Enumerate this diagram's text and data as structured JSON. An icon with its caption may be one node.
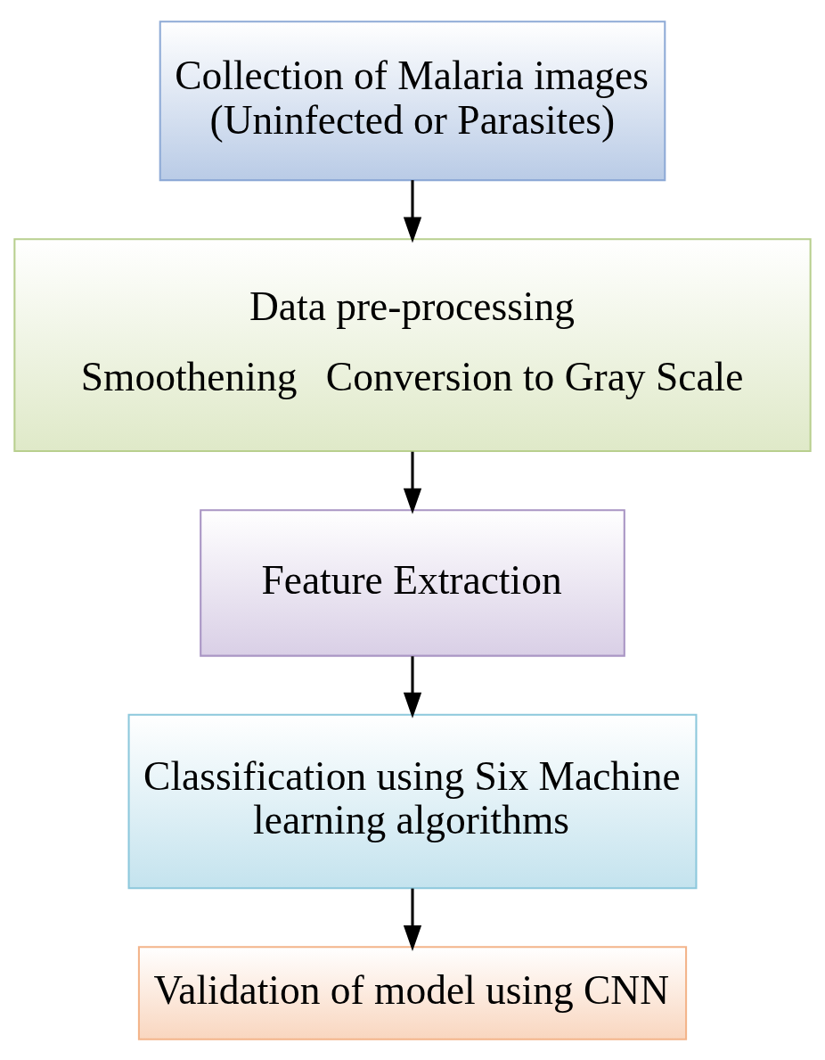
{
  "diagram": {
    "nodes": [
      {
        "text": [
          "Collection of Malaria images (Uninfected or Parasites)"
        ]
      },
      {
        "text": [
          "Data pre-processing",
          "Smoothening",
          "Conversion to Gray Scale"
        ]
      },
      {
        "text": [
          "Feature Extraction"
        ]
      },
      {
        "text": [
          "Classification using Six Machine learning algorithms"
        ]
      },
      {
        "text": [
          "Validation of model using CNN"
        ]
      }
    ],
    "edges": [
      {
        "from": 0,
        "to": 1,
        "arrow": "to"
      },
      {
        "from": 1,
        "to": 2,
        "arrow": "to"
      },
      {
        "from": 2,
        "to": 3,
        "arrow": "to"
      },
      {
        "from": 3,
        "to": 4,
        "arrow": "to"
      }
    ]
  }
}
